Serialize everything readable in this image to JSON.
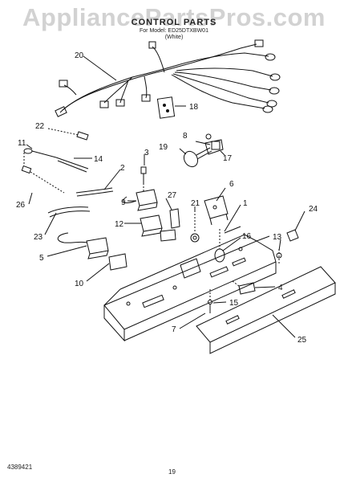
{
  "watermark": "AppliancePartsPros.com",
  "title": "CONTROL PARTS",
  "subtitle": "For Model: ED25DTXBW01",
  "subtitle2": "(White)",
  "footer": {
    "doc_number": "4389421",
    "page_number": "19"
  },
  "callouts": [
    {
      "label": "20"
    },
    {
      "label": "18"
    },
    {
      "label": "22"
    },
    {
      "label": "8"
    },
    {
      "label": "11"
    },
    {
      "label": "19"
    },
    {
      "label": "3"
    },
    {
      "label": "17"
    },
    {
      "label": "14"
    },
    {
      "label": "2"
    },
    {
      "label": "6"
    },
    {
      "label": "27"
    },
    {
      "label": "26"
    },
    {
      "label": "9"
    },
    {
      "label": "21"
    },
    {
      "label": "1"
    },
    {
      "label": "24"
    },
    {
      "label": "23"
    },
    {
      "label": "12"
    },
    {
      "label": "16"
    },
    {
      "label": "13"
    },
    {
      "label": "5"
    },
    {
      "label": "10"
    },
    {
      "label": "4"
    },
    {
      "label": "15"
    },
    {
      "label": "7"
    },
    {
      "label": "25"
    }
  ]
}
